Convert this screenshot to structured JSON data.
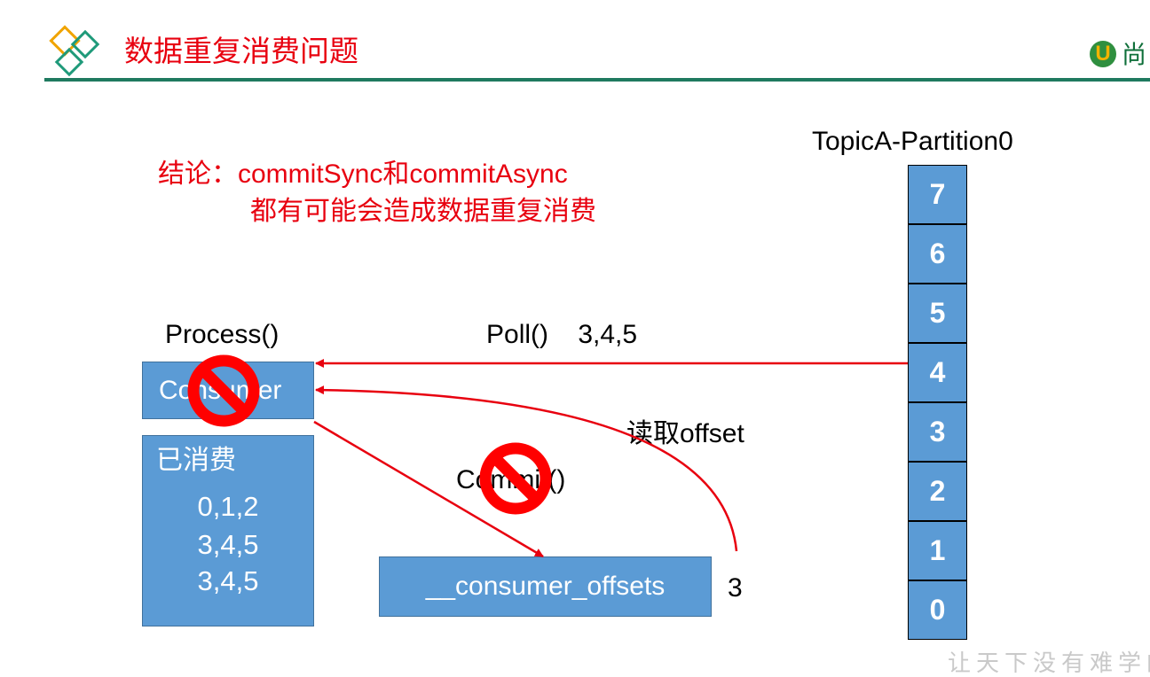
{
  "header": {
    "title": "数据重复消费问题",
    "logo_text": "尚",
    "logo_letter": "U"
  },
  "conclusion": {
    "line1": "结论：commitSync和commitAsync",
    "line2": "都有可能会造成数据重复消费"
  },
  "labels": {
    "process": "Process()",
    "poll": "Poll()    3,4,5",
    "read_offset": "读取offset",
    "commit": "Commit()",
    "offset_value": "3"
  },
  "consumer": {
    "label": "Consumer"
  },
  "consumed": {
    "title": "已消费",
    "values": [
      "0,1,2",
      "3,4,5",
      "3,4,5"
    ]
  },
  "offsets_box": {
    "label": "__consumer_offsets"
  },
  "partition": {
    "title": "TopicA-Partition0",
    "cells": [
      "7",
      "6",
      "5",
      "4",
      "3",
      "2",
      "1",
      "0"
    ]
  },
  "watermark": "让天下没有难学的",
  "colors": {
    "accent_red": "#e8000f",
    "box_blue": "#5b9bd5",
    "rule_green": "#1f7a5f"
  }
}
